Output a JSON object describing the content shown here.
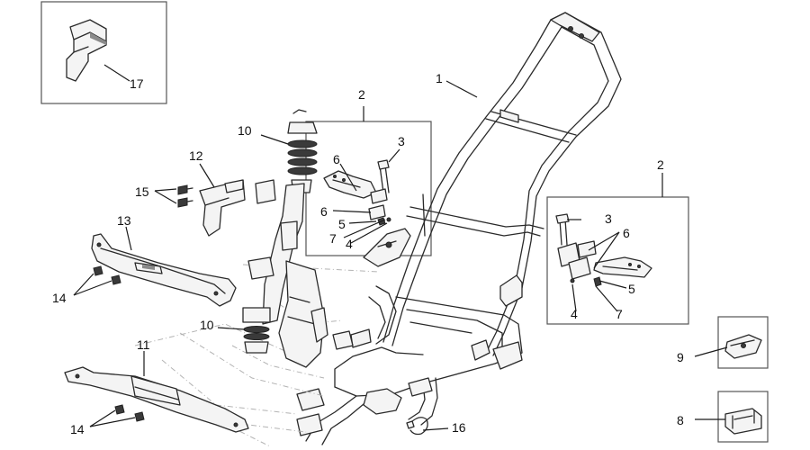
{
  "callouts": {
    "n1": "1",
    "n2_left": "2",
    "n2_right": "2",
    "n3_left": "3",
    "n3_right": "3",
    "n4_left": "4",
    "n4_right": "4",
    "n5_left": "5",
    "n5_right": "5",
    "n6_left_top": "6",
    "n6_left_mid": "6",
    "n6_right": "6",
    "n7_left": "7",
    "n7_right": "7",
    "n8": "8",
    "n9": "9",
    "n10_top": "10",
    "n10_bottom": "10",
    "n11": "11",
    "n12": "12",
    "n13": "13",
    "n14_upper": "14",
    "n14_lower": "14",
    "n15": "15",
    "n16": "16",
    "n17": "17"
  },
  "colors": {
    "line": "#2a2a2a",
    "ghost": "#b3b3b3",
    "background": "#ffffff"
  }
}
